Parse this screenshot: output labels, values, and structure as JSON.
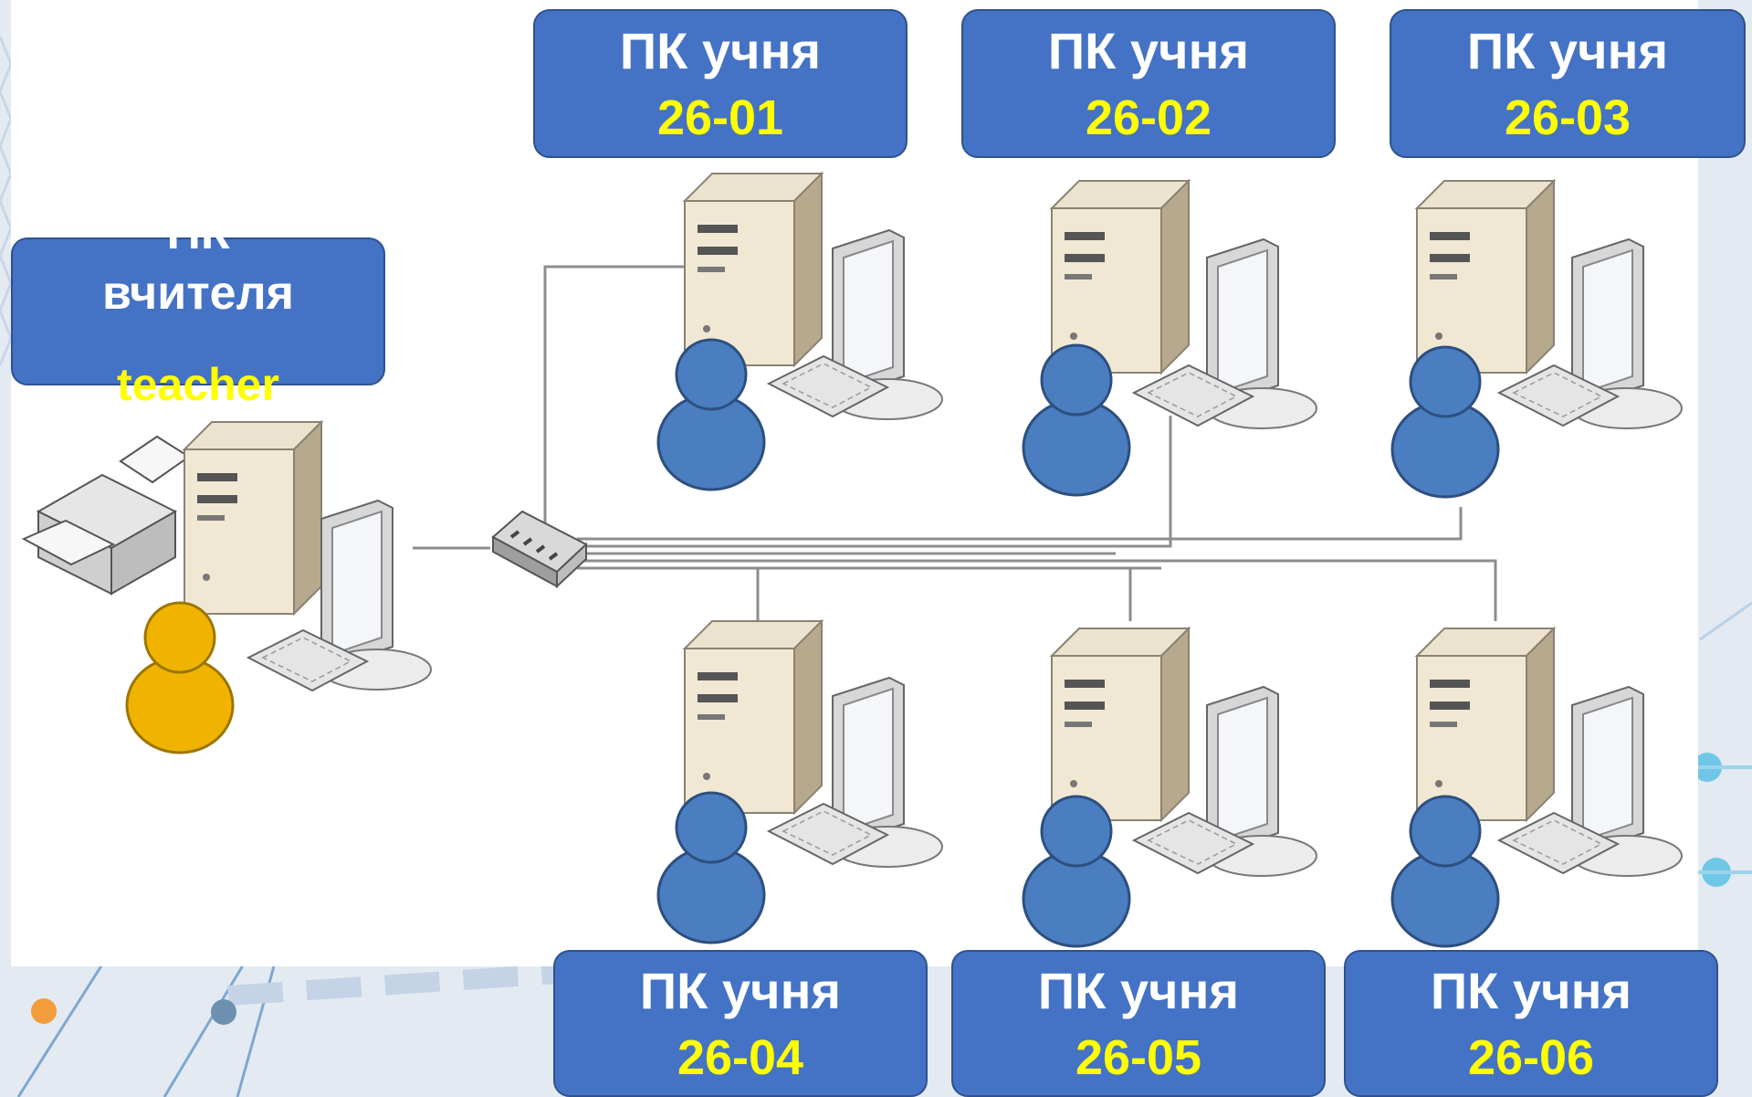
{
  "teacher": {
    "title_line1": "ПК",
    "title_line2": "вчителя",
    "code": "teacher"
  },
  "students": [
    {
      "title": "ПК учня",
      "code": "26-01"
    },
    {
      "title": "ПК учня",
      "code": "26-02"
    },
    {
      "title": "ПК учня",
      "code": "26-03"
    },
    {
      "title": "ПК учня",
      "code": "26-04"
    },
    {
      "title": "ПК учня",
      "code": "26-05"
    },
    {
      "title": "ПК учня",
      "code": "26-06"
    }
  ],
  "colors": {
    "label_fill": "#4472c4",
    "label_border": "#2f528f",
    "label_text": "#ffffff",
    "code_text": "#ffff00",
    "student_user": "#4a7ec0",
    "teacher_user": "#f0b400"
  }
}
